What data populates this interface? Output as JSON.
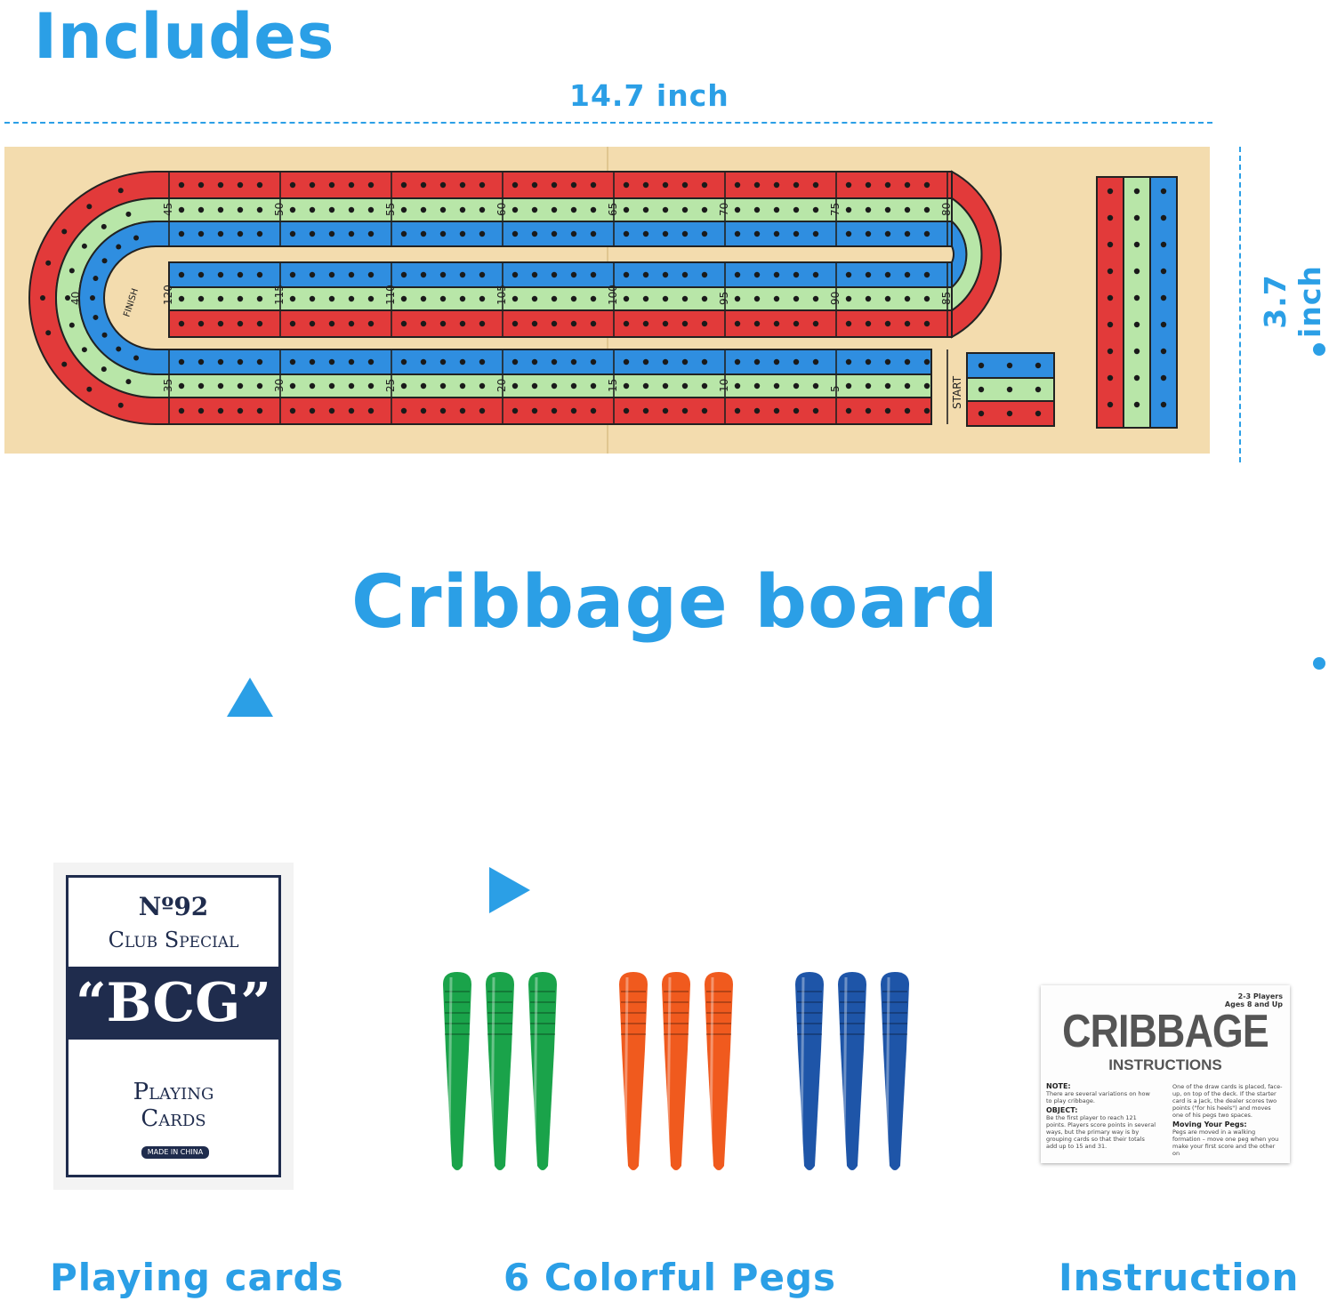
{
  "header": {
    "title": "Includes",
    "width_label": "14.7 inch",
    "height_label": "3.7 inch"
  },
  "board": {
    "name": "Cribbage board",
    "start_label": "START",
    "finish_label": "FINISH",
    "lane_colors": [
      "#e23a3a",
      "#b8e6a8",
      "#2f8ee0"
    ],
    "wood_color": "#f3dcae",
    "top_track_numbers": [
      "45",
      "50",
      "55",
      "60",
      "65",
      "70",
      "75",
      "80"
    ],
    "middle_track_numbers": [
      "120",
      "115",
      "110",
      "105",
      "100",
      "95",
      "90",
      "85"
    ],
    "bottom_track_numbers": [
      "35",
      "30",
      "25",
      "20",
      "15",
      "10",
      "5"
    ],
    "bend_number": "40"
  },
  "cards": {
    "number": "Nº92",
    "club": "Club Special",
    "brand": "“BCG”",
    "line1": "Playing",
    "line2": "Cards",
    "made": "MADE IN CHINA"
  },
  "pegs": {
    "colors": [
      "#1aa34a",
      "#f05a1e",
      "#1e55a8"
    ],
    "per_color": 3
  },
  "instruction_card": {
    "players": "2-3 Players",
    "ages": "Ages 8 and Up",
    "title": "CRIBBAGE",
    "subtitle": "INSTRUCTIONS",
    "note_heading": "NOTE:",
    "note_text": "There are several variations on how to play cribbage.",
    "object_heading": "OBJECT:",
    "object_text": "Be the first player to reach 121 points. Players score points in several ways, but the primary way is by grouping cards so that their totals add up to 15 and 31.",
    "right_text": "One of the draw cards is placed, face-up, on top of the deck. If the starter card is a Jack, the dealer scores two points (\"for his heels\") and moves one of his pegs two spaces.",
    "moving_heading": "Moving Your Pegs:",
    "moving_text": "Pegs are moved in a walking formation – move one peg when you make your first score and the other on"
  },
  "labels": {
    "cards": "Playing cards",
    "pegs": "6 Colorful Pegs",
    "instruction": "Instruction"
  },
  "accent_color": "#2b9fe6"
}
